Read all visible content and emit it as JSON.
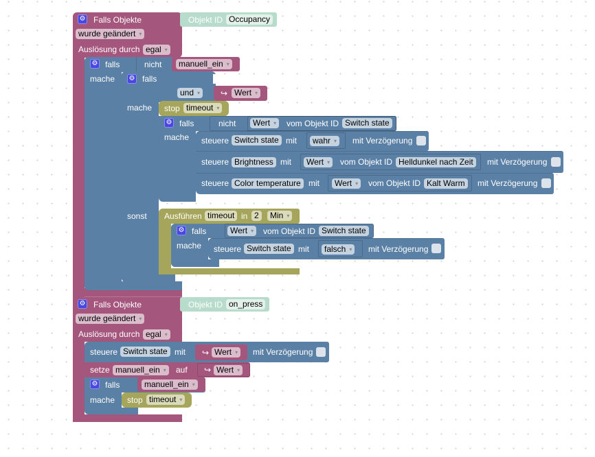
{
  "colors": {
    "event": "#a5567d",
    "logic": "#5b80a5",
    "timer": "#a5a55b",
    "object_id": "#b8dccb",
    "gear": "#4848e0"
  },
  "block1": {
    "title": "Falls Objekte",
    "object_id_label": "Objekt ID",
    "object_id_value": "Occupancy",
    "trigger": "wurde geändert",
    "trigger_by_label": "Auslösung durch",
    "trigger_by_value": "egal",
    "if1": {
      "falls": "falls",
      "not": "nicht",
      "variable": "manuell_ein",
      "do": "mache",
      "if2": {
        "falls": "falls",
        "operator": "und",
        "value_icon": "↪",
        "value": "Wert",
        "do": "mache",
        "stop_label": "stop",
        "stop_value": "timeout",
        "if3": {
          "falls": "falls",
          "not": "nicht",
          "value": "Wert",
          "from_object": "vom Objekt ID",
          "object": "Switch state",
          "do": "mache",
          "controls": [
            {
              "label": "steuere",
              "target": "Switch state",
              "with": "mit",
              "value": "wahr",
              "delay_label": "mit Verzögerung"
            },
            {
              "label": "steuere",
              "target": "Brightness",
              "with": "mit",
              "value": "Wert",
              "from_object": "vom Objekt ID",
              "object": "Helldunkel nach Zeit",
              "delay_label": "mit Verzögerung"
            },
            {
              "label": "steuere",
              "target": "Color temperature",
              "with": "mit",
              "value": "Wert",
              "from_object": "vom Objekt ID",
              "object": "Kalt Warm",
              "delay_label": "mit Verzögerung"
            }
          ]
        },
        "else": "sonst",
        "timer": {
          "label": "Ausführen",
          "name": "timeout",
          "in": "in",
          "amount": "2",
          "unit": "Min",
          "if4": {
            "falls": "falls",
            "value": "Wert",
            "from_object": "vom Objekt ID",
            "object": "Switch state",
            "do": "mache",
            "control": {
              "label": "steuere",
              "target": "Switch state",
              "with": "mit",
              "value": "falsch",
              "delay_label": "mit Verzögerung"
            }
          }
        }
      }
    }
  },
  "block2": {
    "title": "Falls Objekte",
    "object_id_label": "Objekt ID",
    "object_id_value": "on_press",
    "trigger": "wurde geändert",
    "trigger_by_label": "Auslösung durch",
    "trigger_by_value": "egal",
    "control": {
      "label": "steuere",
      "target": "Switch state",
      "with": "mit",
      "value_icon": "↪",
      "value": "Wert",
      "delay_label": "mit Verzögerung"
    },
    "set": {
      "label": "setze",
      "variable": "manuell_ein",
      "to": "auf",
      "value_icon": "↪",
      "value": "Wert"
    },
    "if": {
      "falls": "falls",
      "variable": "manuell_ein",
      "do": "mache",
      "stop_label": "stop",
      "stop_value": "timeout"
    }
  }
}
